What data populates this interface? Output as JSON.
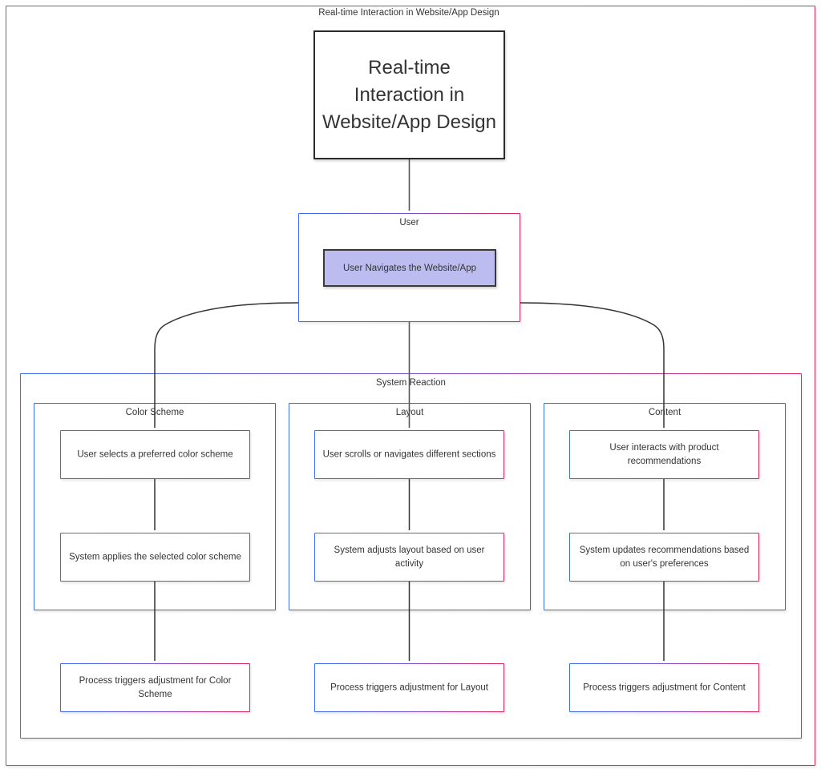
{
  "diagram": {
    "type": "flowchart",
    "title": "Real-time Interaction in Website/App Design",
    "root_caption": "Real-time Interaction in Website/App Design",
    "root_node_label": "Real-time Interaction in Website/App Design",
    "colors": {
      "border_gradient_start": "#3b6ef0",
      "border_gradient_mid": "#7a4fd0",
      "border_gradient_end": "#e0255c",
      "root_border": "#2b2b2b",
      "highlight_fill": "#bcbcf0",
      "highlight_border": "#3a3a3a",
      "edge": "#333333",
      "text": "#333333",
      "background": "#ffffff"
    }
  },
  "outer_frame": {
    "name": "diagram-frame"
  },
  "user_group": {
    "title": "User",
    "highlight_node": {
      "label": "User Navigates the Website/App"
    }
  },
  "system_reaction": {
    "title": "System Reaction",
    "columns": [
      {
        "title": "Color Scheme",
        "steps": [
          "User selects a preferred color scheme",
          "System applies the selected color scheme"
        ],
        "outcome": "Process triggers adjustment for Color Scheme"
      },
      {
        "title": "Layout",
        "steps": [
          "User scrolls or navigates different sections",
          "System adjusts layout based on user activity"
        ],
        "outcome": "Process triggers adjustment for Layout"
      },
      {
        "title": "Content",
        "steps": [
          "User interacts with product recommendations",
          "System updates recommendations based on user's preferences"
        ],
        "outcome": "Process triggers adjustment for Content"
      }
    ]
  }
}
